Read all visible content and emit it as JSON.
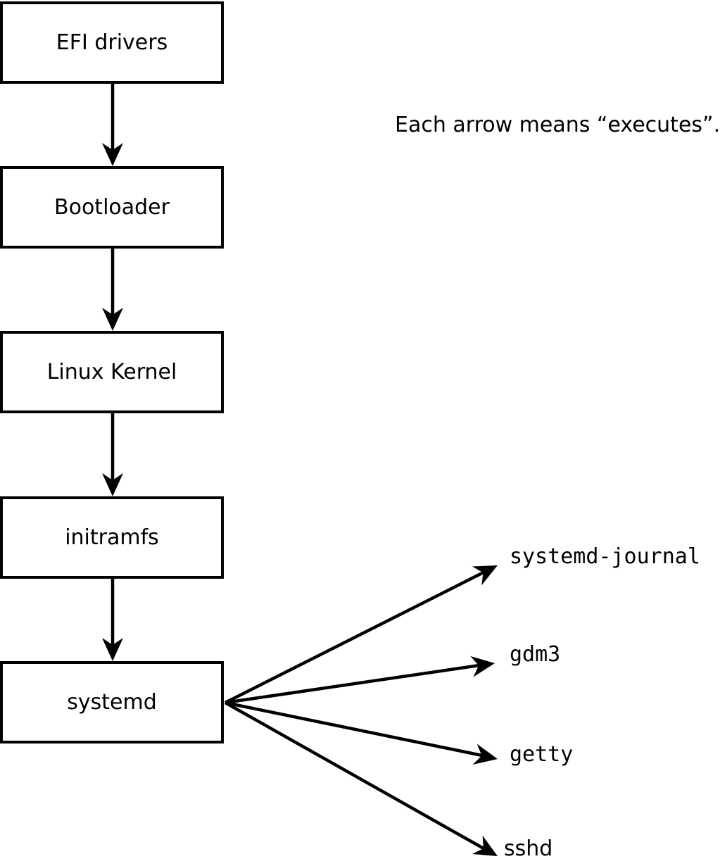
{
  "note": "Each arrow means “executes”.",
  "chain": [
    {
      "id": "efi-drivers",
      "label": "EFI drivers"
    },
    {
      "id": "bootloader",
      "label": "Bootloader"
    },
    {
      "id": "linux-kernel",
      "label": "Linux Kernel"
    },
    {
      "id": "initramfs",
      "label": "initramfs"
    },
    {
      "id": "systemd",
      "label": "systemd"
    }
  ],
  "spawned": [
    {
      "id": "systemd-journal",
      "label": "systemd-journal"
    },
    {
      "id": "gdm3",
      "label": "gdm3"
    },
    {
      "id": "getty",
      "label": "getty"
    },
    {
      "id": "sshd",
      "label": "sshd"
    }
  ],
  "colors": {
    "stroke": "#000000",
    "background": "#ffffff"
  }
}
